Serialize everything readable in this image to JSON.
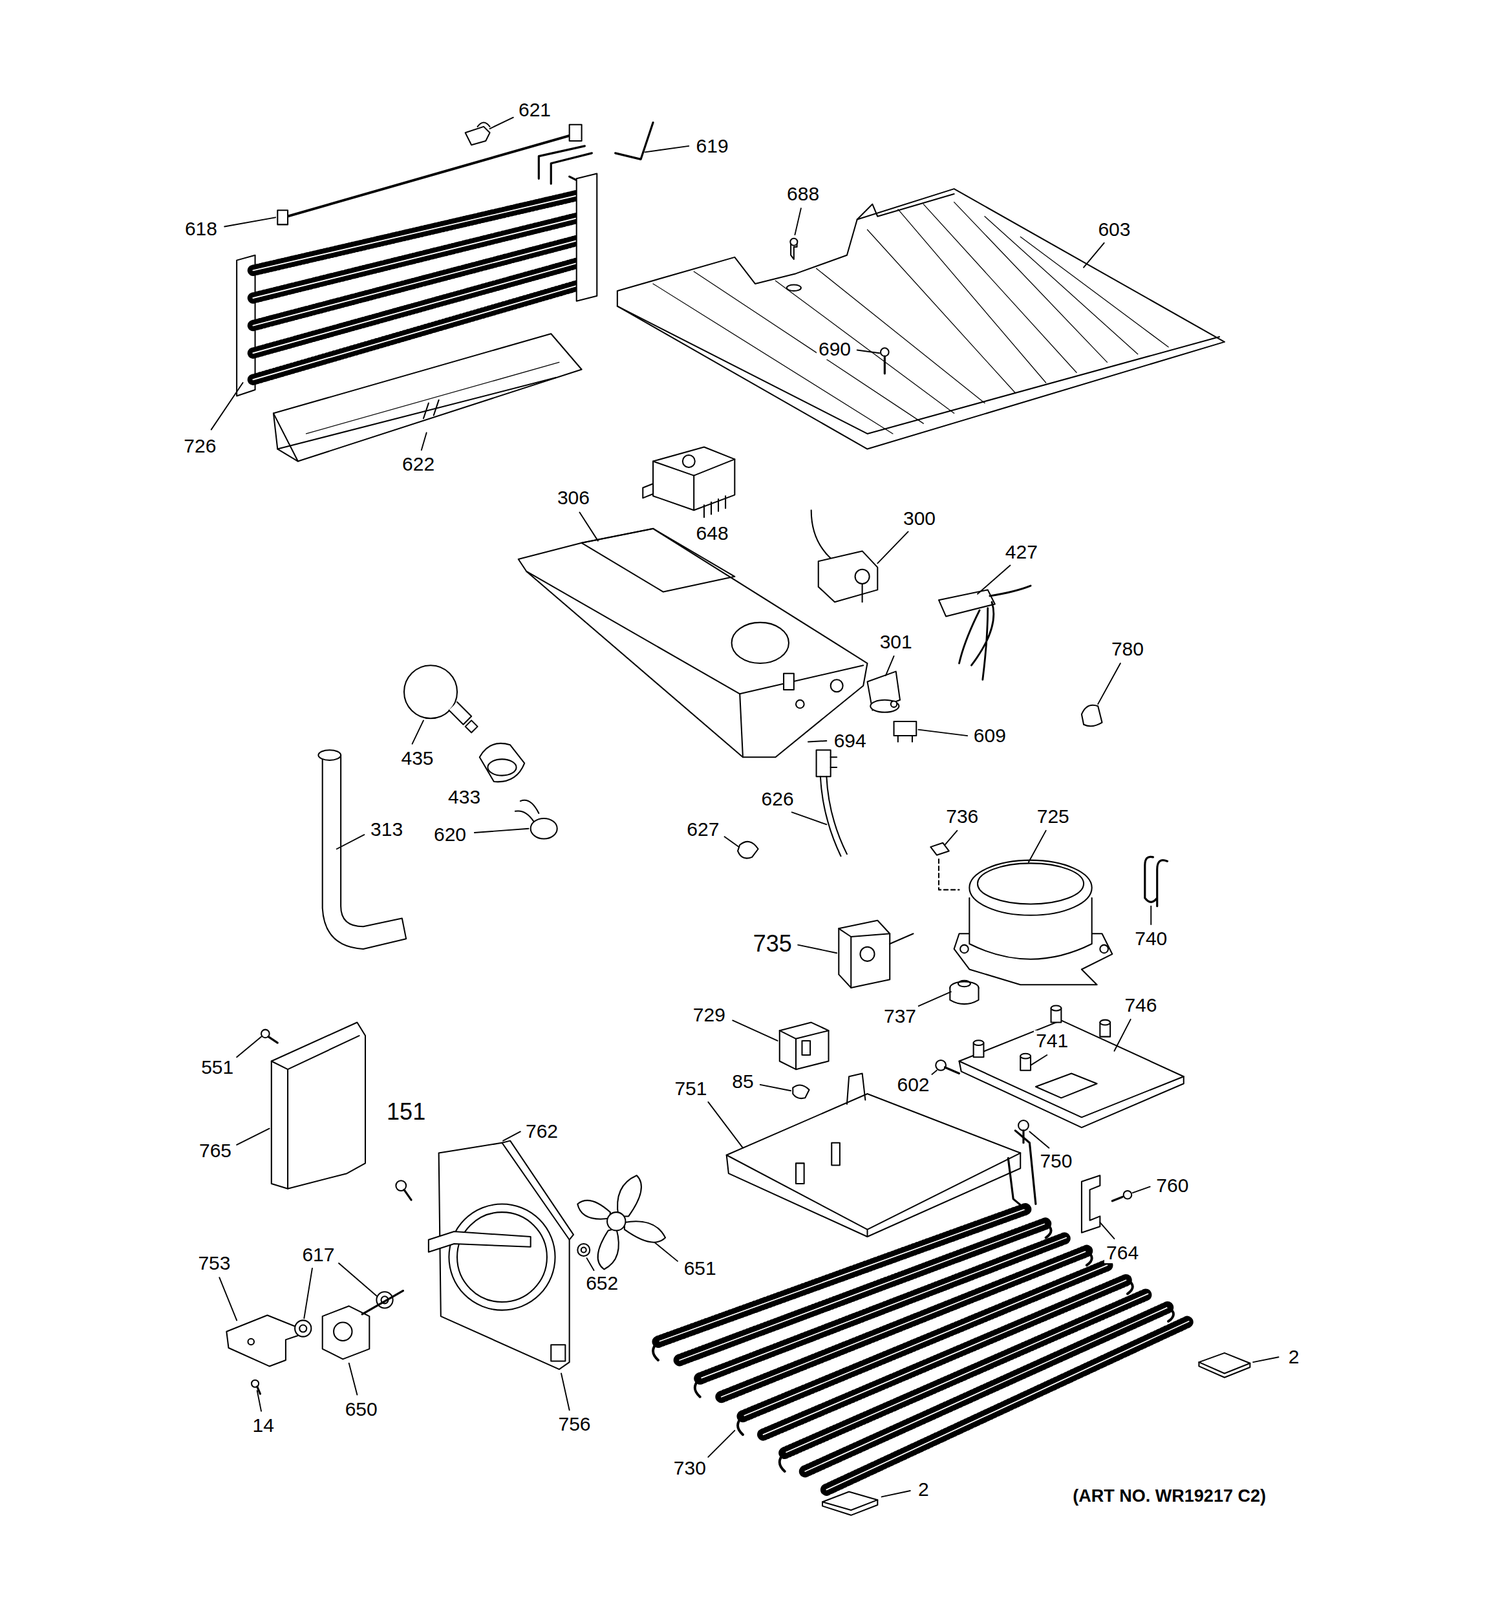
{
  "diagram": {
    "labels": [
      "621",
      "619",
      "688",
      "618",
      "603",
      "690",
      "726",
      "622",
      "306",
      "300",
      "648",
      "427",
      "301",
      "780",
      "609",
      "694",
      "435",
      "433",
      "626",
      "736",
      "725",
      "313",
      "627",
      "620",
      "740",
      "735",
      "746",
      "729",
      "737",
      "741",
      "551",
      "85",
      "602",
      "751",
      "151",
      "762",
      "765",
      "750",
      "760",
      "764",
      "617",
      "753",
      "651",
      "652",
      "2",
      "650",
      "756",
      "14",
      "730",
      "2",
      "(ART NO. WR19217 C2)"
    ]
  }
}
